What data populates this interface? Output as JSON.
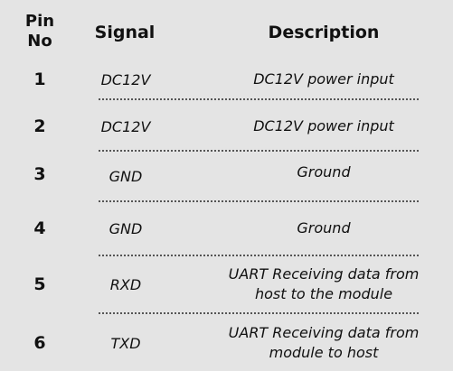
{
  "table": {
    "headers": {
      "pin_line1": "Pin",
      "pin_line2": "No",
      "signal": "Signal",
      "description": "Description"
    },
    "rows": [
      {
        "pin": "1",
        "signal": "DC12V",
        "description": "DC12V power input"
      },
      {
        "pin": "2",
        "signal": "DC12V",
        "description": "DC12V power input"
      },
      {
        "pin": "3",
        "signal": "GND",
        "description": "Ground"
      },
      {
        "pin": "4",
        "signal": "GND",
        "description": "Ground"
      },
      {
        "pin": "5",
        "signal": "RXD",
        "description": "UART Receiving data from host to the module"
      },
      {
        "pin": "6",
        "signal": "TXD",
        "description": "UART Receiving data from module to host"
      }
    ]
  }
}
